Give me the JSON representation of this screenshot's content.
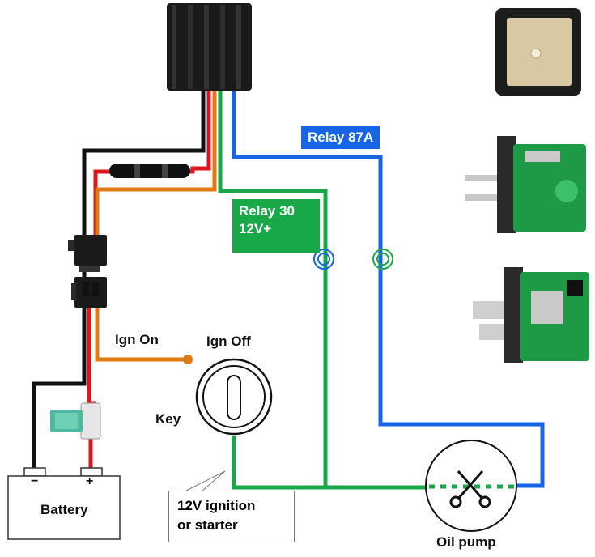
{
  "labels": {
    "relay_87a": "Relay 87A",
    "relay_30_line1": "Relay 30",
    "relay_30_line2": "12V+",
    "ign_on": "Ign On",
    "ign_off": "Ign Off",
    "key": "Key",
    "battery": "Battery",
    "battery_minus": "−",
    "battery_plus": "+",
    "oil_pump": "Oil pump",
    "callout_line1": "12V ignition",
    "callout_line2": "or starter"
  },
  "colors": {
    "relay_87a_box": "#1565e6",
    "relay_30_box": "#19a848",
    "wire_black": "#111111",
    "wire_red": "#e0141c",
    "wire_orange": "#e07a12",
    "wire_green": "#19a848",
    "wire_blue": "#1565e6",
    "fuse_teal": "#4fb8a0"
  },
  "icons": {
    "tracker_box": "black-relay-module-icon",
    "gps_antenna": "gps-antenna-icon",
    "relay_module_front": "relay-gps-module-icon",
    "relay_module_side": "relay-gps-board-icon",
    "key_switch": "ignition-key-icon",
    "scissors": "scissors-cut-icon",
    "fuse": "blade-fuse-icon",
    "connector": "wire-connector-icon",
    "ferrite": "ferrite-ring-icon"
  }
}
